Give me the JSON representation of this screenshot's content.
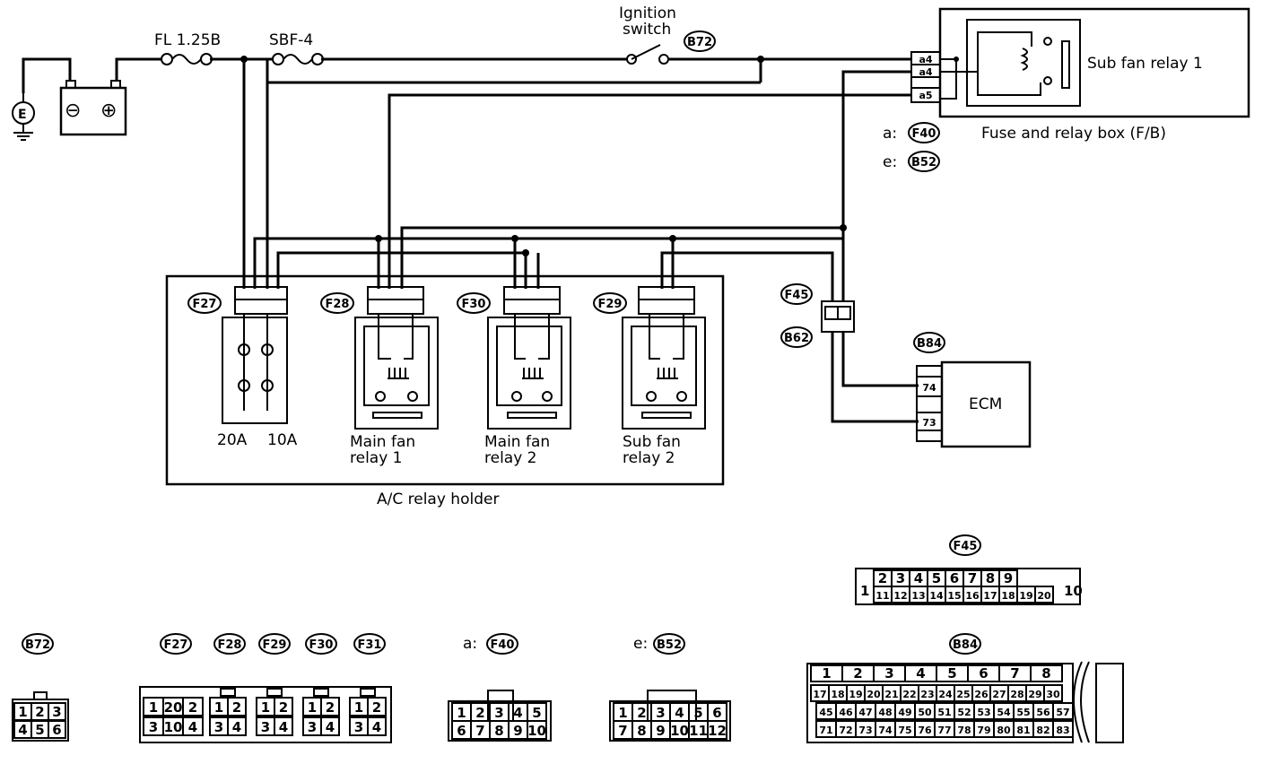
{
  "labels": {
    "fl_fuse": "FL 1.25B",
    "sbf_fuse": "SBF-4",
    "ignition_line1": "Ignition",
    "ignition_line2": "switch",
    "sub_fan_relay_1": "Sub fan relay 1",
    "fuse_relay_box": "Fuse and relay box (F/B)",
    "a_prefix": "a:",
    "e_prefix": "e:",
    "ecm": "ECM",
    "fuse_20a": "20A",
    "fuse_10a": "10A",
    "main_fan_relay_1_l1": "Main fan",
    "main_fan_relay_1_l2": "relay 1",
    "main_fan_relay_2_l1": "Main fan",
    "main_fan_relay_2_l2": "relay 2",
    "sub_fan_relay_2_l1": "Sub fan",
    "sub_fan_relay_2_l2": "relay 2",
    "ac_relay_holder": "A/C relay holder",
    "ground_symbol": "E",
    "battery_minus": "⊖",
    "battery_plus": "⊕"
  },
  "connectors": {
    "B72": "B72",
    "F40": "F40",
    "B52": "B52",
    "F27": "F27",
    "F28": "F28",
    "F30": "F30",
    "F29": "F29",
    "F45": "F45",
    "B62": "B62",
    "B84": "B84",
    "F31": "F31"
  },
  "pins": {
    "fb_a4_1": "a4",
    "fb_a4_2": "a4",
    "fb_a5": "a5",
    "ecm_74": "74",
    "ecm_73": "73"
  },
  "legend": {
    "f45_top": [
      "2",
      "3",
      "4",
      "5",
      "6",
      "7",
      "8",
      "9"
    ],
    "f45_bottom": [
      "11",
      "12",
      "13",
      "14",
      "15",
      "16",
      "17",
      "18",
      "19",
      "20"
    ],
    "f45_left": "1",
    "f45_right": "10",
    "b72_top": [
      "1",
      "2",
      "3"
    ],
    "b72_bottom": [
      "4",
      "5",
      "6"
    ],
    "f27_top": [
      "1",
      "20",
      "2"
    ],
    "f27_bottom": [
      "3",
      "10",
      "4"
    ],
    "relay_top": [
      "1",
      "2"
    ],
    "relay_bottom": [
      "3",
      "4"
    ],
    "f40_top": [
      "1",
      "2",
      "3",
      "4",
      "5"
    ],
    "f40_bottom": [
      "6",
      "7",
      "8",
      "9",
      "10"
    ],
    "b52_top": [
      "1",
      "2",
      "3",
      "4",
      "5",
      "6"
    ],
    "b52_bottom": [
      "7",
      "8",
      "9",
      "10",
      "11",
      "12"
    ],
    "b84_row1": [
      "1",
      "2",
      "3",
      "4",
      "5",
      "6",
      "7",
      "8"
    ],
    "b84_row2": [
      "17",
      "18",
      "19",
      "20",
      "21",
      "22",
      "23",
      "24",
      "25",
      "26",
      "27",
      "28",
      "29",
      "30"
    ],
    "b84_row3": [
      "45",
      "46",
      "47",
      "48",
      "49",
      "50",
      "51",
      "52",
      "53",
      "54",
      "55",
      "56",
      "57"
    ],
    "b84_row4": [
      "71",
      "72",
      "73",
      "74",
      "75",
      "76",
      "77",
      "78",
      "79",
      "80",
      "81",
      "82",
      "83"
    ]
  }
}
